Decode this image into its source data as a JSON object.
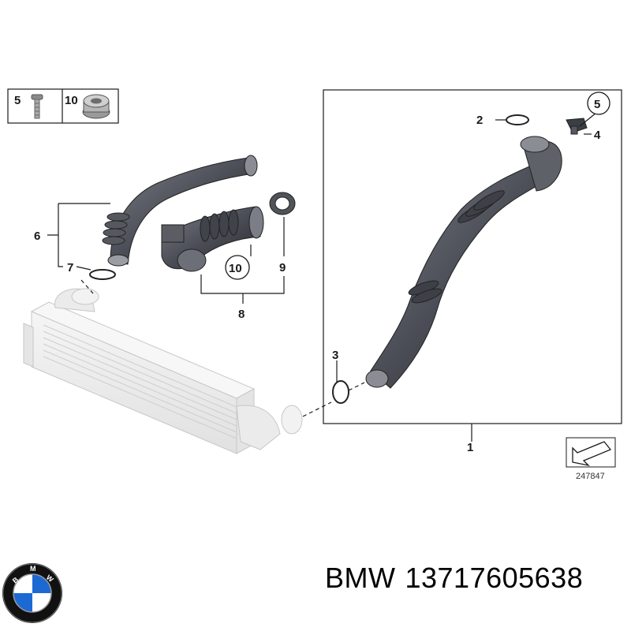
{
  "legend": {
    "items": [
      {
        "number": "5",
        "icon": "bolt-icon"
      },
      {
        "number": "10",
        "icon": "hex-nut-icon"
      }
    ]
  },
  "callouts": {
    "c1": "1",
    "c2": "2",
    "c3": "3",
    "c4": "4",
    "c5": "5",
    "c6": "6",
    "c7": "7",
    "c8": "8",
    "c9": "9",
    "c10": "10"
  },
  "reference_number": "247847",
  "caption": {
    "brand": "BMW",
    "part_number": "13717605638"
  },
  "colors": {
    "hose": "#4a4d55",
    "hose_dark": "#2c2e33",
    "intercooler": "#d8d8d8",
    "bmw_blue": "#1c69d4"
  }
}
